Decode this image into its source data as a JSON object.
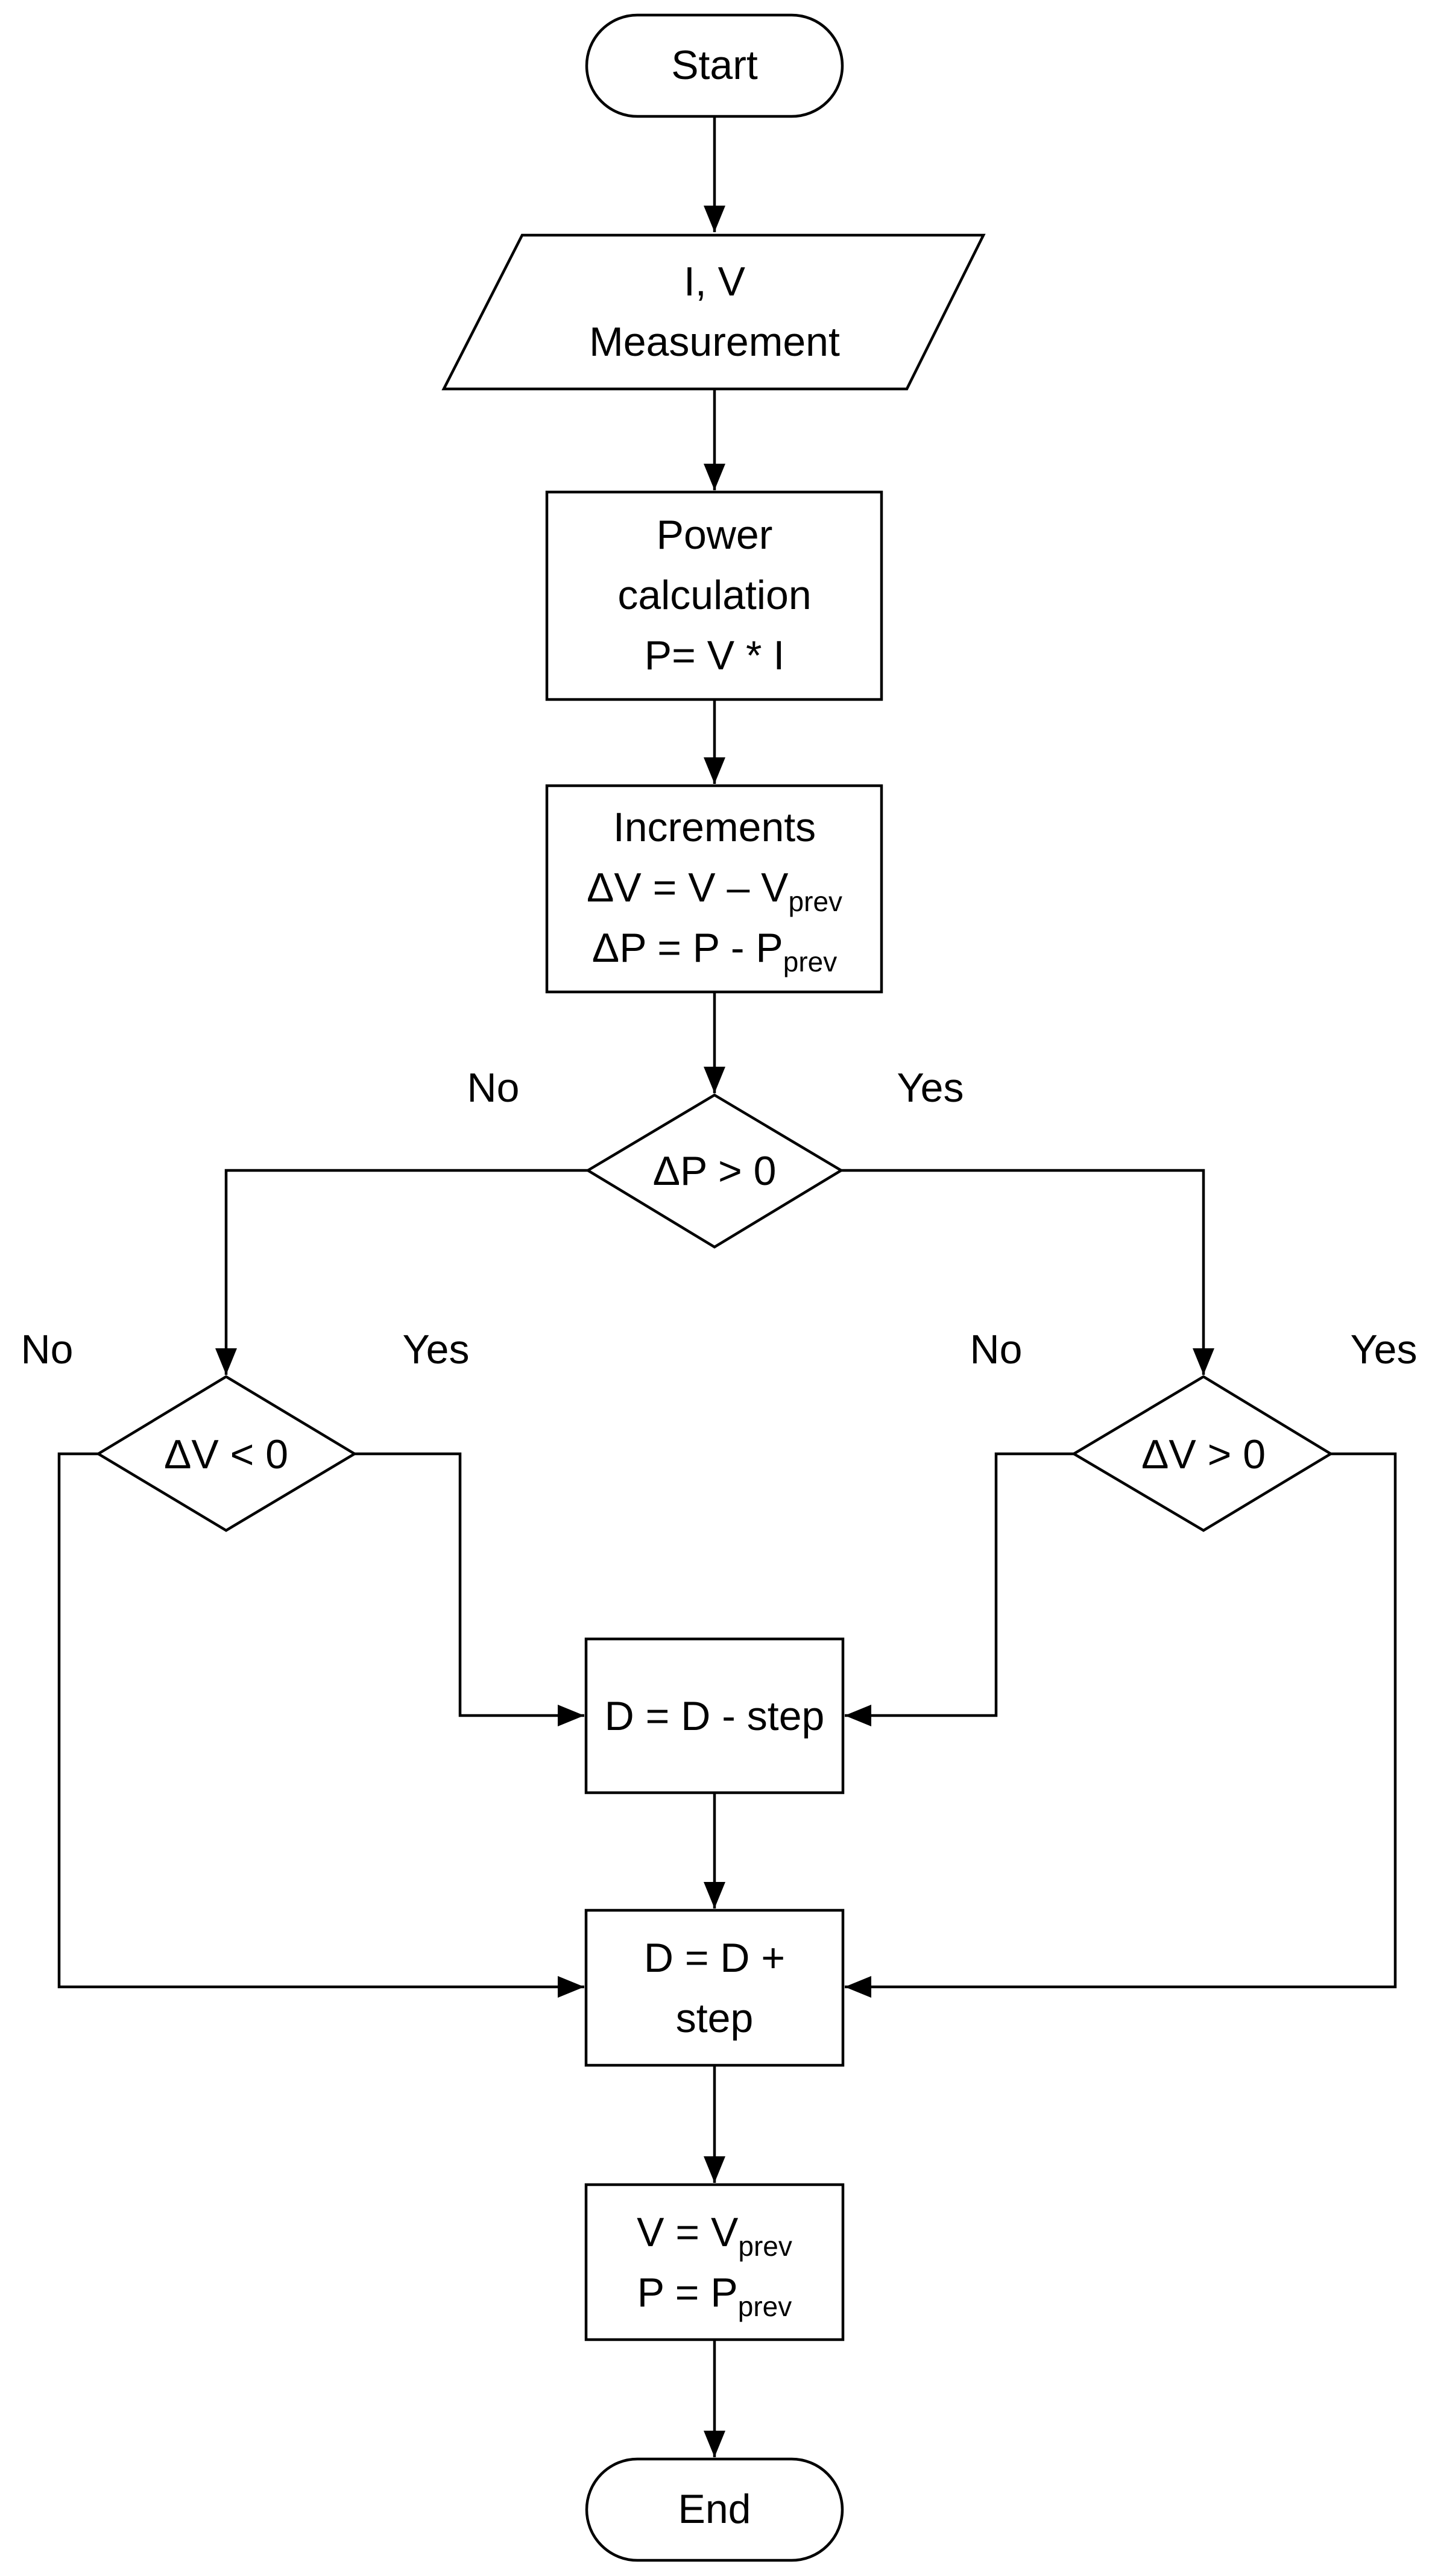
{
  "nodes": {
    "start": {
      "label": "Start"
    },
    "measure": {
      "line1": "I, V",
      "line2": "Measurement"
    },
    "power": {
      "line1": "Power",
      "line2": "calculation",
      "line3": "P= V * I"
    },
    "increments": {
      "line1": "Increments",
      "line2_main": "ΔV = V – V",
      "line2_sub": "prev",
      "line3_main": "ΔP = P - P",
      "line3_sub": "prev"
    },
    "dp_check": {
      "label": "ΔP > 0"
    },
    "dv_neg_check": {
      "label": "ΔV < 0"
    },
    "dv_pos_check": {
      "label": "ΔV > 0"
    },
    "decrease": {
      "label": "D = D - step"
    },
    "increase": {
      "line1": "D = D +",
      "line2": "step"
    },
    "update": {
      "line1_main": "V = V",
      "line1_sub": "prev",
      "line2_main": "P = P",
      "line2_sub": "prev"
    },
    "end": {
      "label": "End"
    }
  },
  "edge_labels": {
    "dp_no": "No",
    "dp_yes": "Yes",
    "dv_neg_no": "No",
    "dv_neg_yes": "Yes",
    "dv_pos_no": "No",
    "dv_pos_yes": "Yes"
  },
  "colors": {
    "line": "#000000",
    "fill": "#ffffff",
    "text": "#000000"
  }
}
